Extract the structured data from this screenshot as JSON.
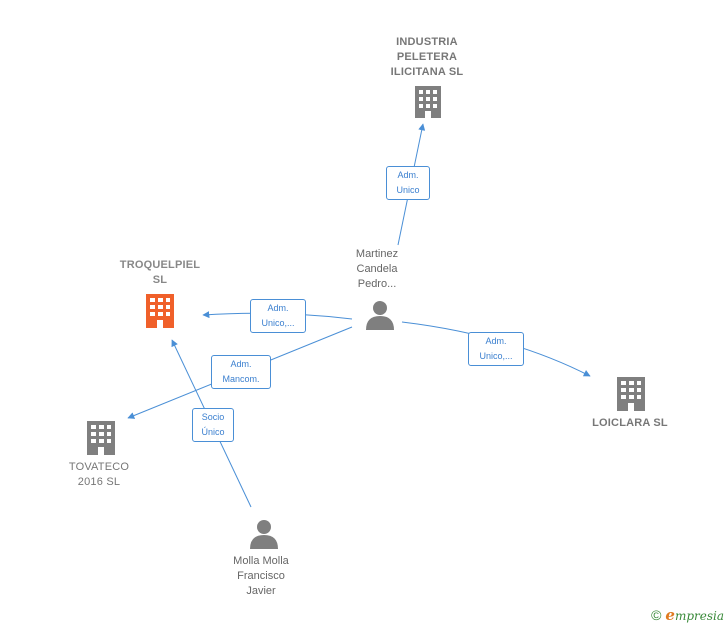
{
  "nodes": {
    "industria": {
      "label": "INDUSTRIA\nPELETERA\nILICITANA  SL",
      "type": "company"
    },
    "troquelpiel": {
      "label": "TROQUELPIEL\nSL",
      "type": "company",
      "highlight": true,
      "color": "#f0602a"
    },
    "loiclara": {
      "label": "LOICLARA  SL",
      "type": "company"
    },
    "tovateco": {
      "label": "TOVATECO\n2016  SL",
      "type": "company"
    },
    "martinez": {
      "label": "Martinez\nCandela\nPedro...",
      "type": "person"
    },
    "molla": {
      "label": "Molla Molla\nFrancisco\nJavier",
      "type": "person"
    }
  },
  "edges": {
    "martinez_industria": "Adm.\nUnico",
    "martinez_troquelpiel": "Adm.\nUnico,...",
    "martinez_loiclara": "Adm.\nUnico,...",
    "martinez_tovateco": "Adm.\nMancom.",
    "molla_troquelpiel": "Socio\nÚnico"
  },
  "colors": {
    "company_icon": "#7f7f7f",
    "highlight_icon": "#f0602a",
    "person_icon": "#7f7f7f",
    "edge": "#4a8fd6"
  },
  "footer": {
    "copyright_symbol": "©",
    "brand_initial": "e",
    "brand_rest": "mpresia"
  }
}
